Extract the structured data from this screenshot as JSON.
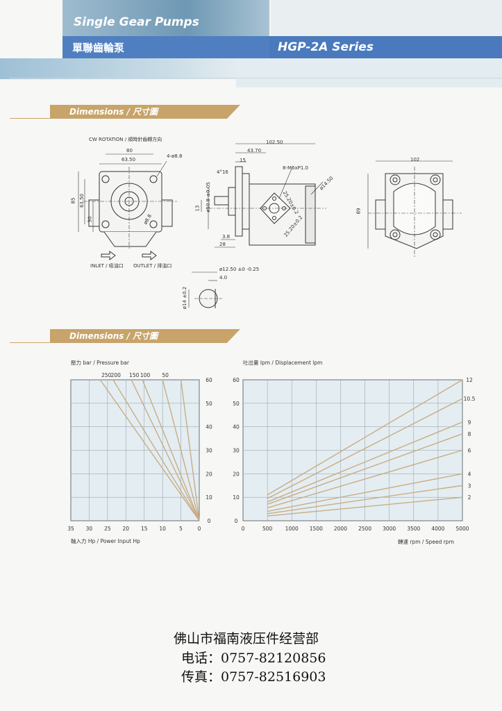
{
  "header": {
    "title_en": "Single Gear Pumps",
    "title_cn": "單聯齒輪泵",
    "series": "HGP-2A Series"
  },
  "section1": {
    "tag": "Dimensions / 尺寸圖"
  },
  "drawing": {
    "rotation": "CW ROTATION / 順時針齒轉方向",
    "dim_80": "80",
    "dim_6350": "63.50",
    "dim_holes": "4-ø8.8",
    "dim_85": "85",
    "dim_6350v": "63.50",
    "dim_30": "30",
    "dim_ø88": "ø8.8",
    "inlet": "INLET / 吸油口",
    "outlet": "OUTLET / 排油口",
    "dim_10250": "102.50",
    "dim_4370": "43.70",
    "dim_15": "15",
    "dim_416": "4°16",
    "dim_m6": "8-M6xP1.0",
    "dim_ø1450": "ø14.50",
    "dim_ø508": "ø50.8 ±0.05",
    "dim_13": "13",
    "dim_38": "3.8",
    "dim_28": "28",
    "dim_2520a": "25.20±0.2",
    "dim_2520b": "25.20±0.2",
    "dim_102": "102",
    "dim_89": "89",
    "dim_1250": "ø12.50 ±0 -0.25",
    "dim_40": "4.0",
    "dim_ø14": "ø14 ±0.2"
  },
  "section2": {
    "tag": "Dimensions / 尺寸圖"
  },
  "chart_data": [
    {
      "type": "line",
      "title": "壓力 bar / Pressure bar",
      "xlabel": "軸入力 Hp / Power Input Hp",
      "x_ticks": [
        "35",
        "30",
        "25",
        "20",
        "15",
        "10",
        "5",
        "0"
      ],
      "y_ticks": [
        "0",
        "10",
        "20",
        "30",
        "40",
        "50",
        "60"
      ],
      "top_ticks": [
        "250",
        "200",
        "150",
        "100",
        "50"
      ],
      "xlim": [
        35,
        0
      ],
      "ylim": [
        0,
        60
      ],
      "series": [
        {
          "points": [
            [
              0,
              0
            ],
            [
              27,
              60
            ]
          ]
        },
        {
          "points": [
            [
              0,
              0
            ],
            [
              23.5,
              60
            ]
          ]
        },
        {
          "points": [
            [
              0,
              0
            ],
            [
              18.5,
              60
            ]
          ]
        },
        {
          "points": [
            [
              0,
              0
            ],
            [
              15.5,
              60
            ]
          ]
        },
        {
          "points": [
            [
              0,
              0
            ],
            [
              10,
              60
            ]
          ]
        },
        {
          "points": [
            [
              0,
              0
            ],
            [
              5,
              60
            ]
          ]
        }
      ]
    },
    {
      "type": "line",
      "title": "吐出量 lpm / Displacement lpm",
      "xlabel": "轉速 rpm / Speed rpm",
      "x_ticks": [
        "0",
        "500",
        "1000",
        "1500",
        "2000",
        "2500",
        "3000",
        "3500",
        "4000",
        "5000"
      ],
      "y_ticks": [
        "0",
        "10",
        "20",
        "30",
        "40",
        "50",
        "60"
      ],
      "xlim": [
        0,
        5000
      ],
      "ylim": [
        0,
        60
      ],
      "series": [
        {
          "name": "12",
          "points": [
            [
              500,
              11
            ],
            [
              5000,
              60
            ]
          ]
        },
        {
          "name": "10.5",
          "points": [
            [
              500,
              9.5
            ],
            [
              5000,
              52
            ]
          ]
        },
        {
          "name": "9",
          "points": [
            [
              500,
              8
            ],
            [
              5000,
              42
            ]
          ]
        },
        {
          "name": "8",
          "points": [
            [
              500,
              7
            ],
            [
              5000,
              37
            ]
          ]
        },
        {
          "name": "6",
          "points": [
            [
              500,
              5.5
            ],
            [
              5000,
              30
            ]
          ]
        },
        {
          "name": "4",
          "points": [
            [
              500,
              4
            ],
            [
              5000,
              20
            ]
          ]
        },
        {
          "name": "3",
          "points": [
            [
              500,
              3
            ],
            [
              5000,
              15
            ]
          ]
        },
        {
          "name": "2",
          "points": [
            [
              500,
              2
            ],
            [
              5000,
              10
            ]
          ]
        }
      ]
    }
  ],
  "footer": {
    "company": "佛山市福南液压件经营部",
    "phone": "电话：0757-82120856",
    "fax": "传真：0757-82516903"
  },
  "colors": {
    "header_blue": "#4f7fc1",
    "tag_gold": "#c8a46a",
    "chart_bg": "#e4edf2",
    "line": "#c8ad84"
  }
}
